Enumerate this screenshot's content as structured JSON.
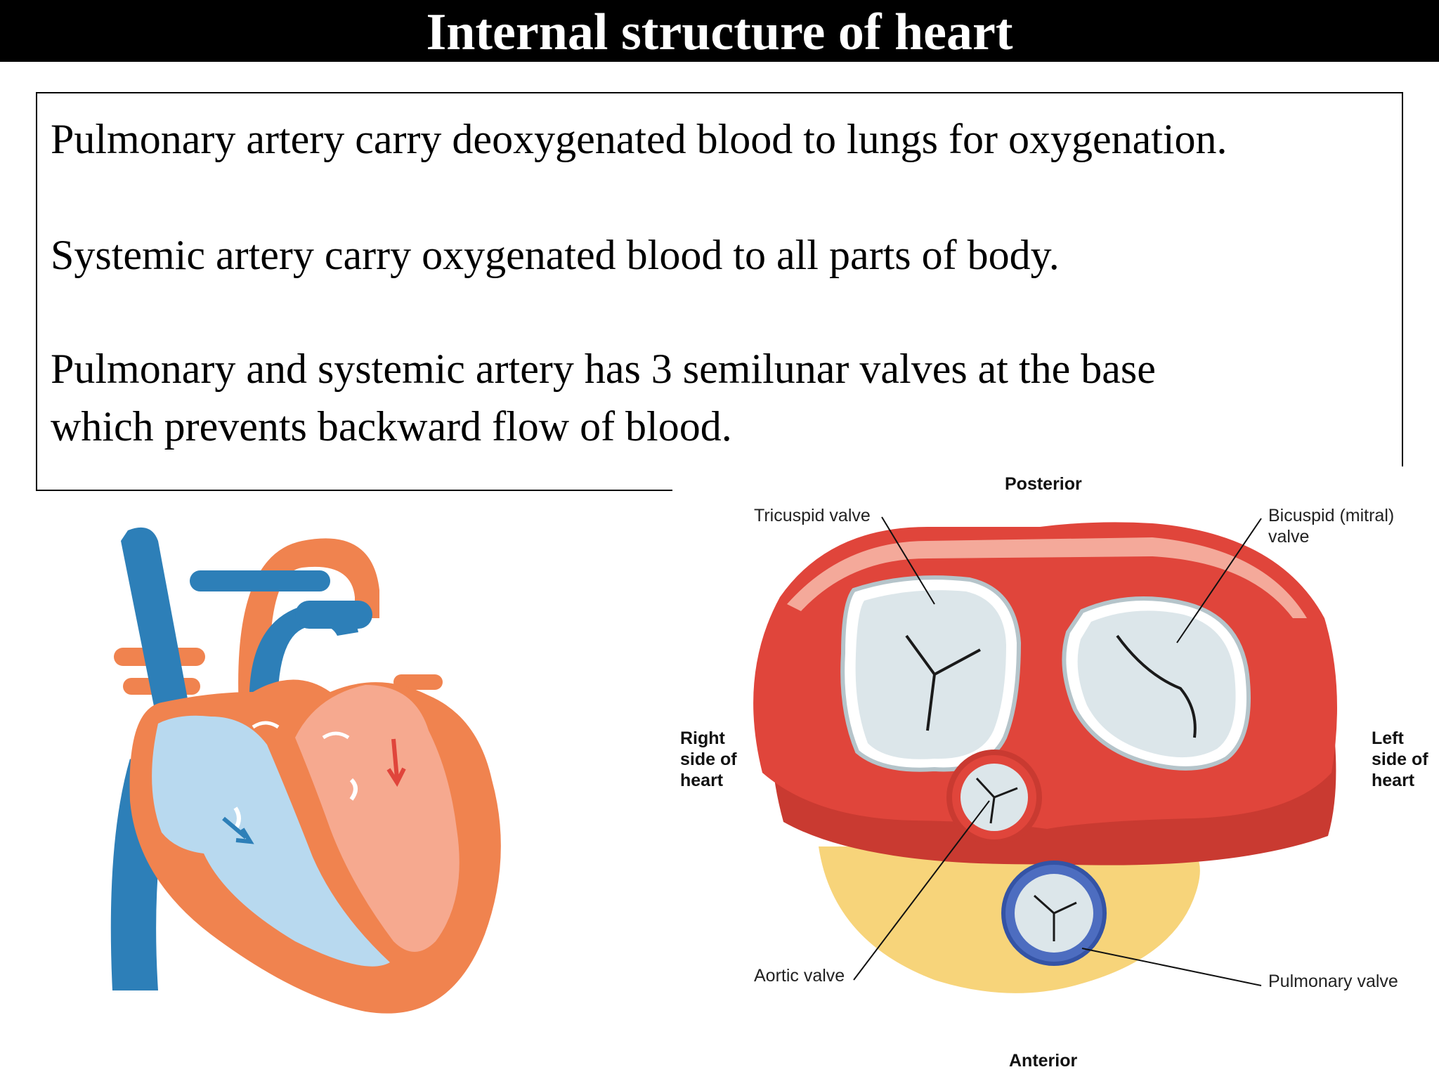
{
  "title": "Internal structure of heart",
  "paragraphs": [
    "Pulmonary artery carry deoxygenated blood to lungs for oxygenation.",
    "Systemic artery carry oxygenated blood to all parts of body.",
    "Pulmonary and systemic artery has 3 semilunar valves at the base",
    "which prevents backward flow of blood."
  ],
  "diagram_labels": {
    "posterior": "Posterior",
    "anterior": "Anterior",
    "tricuspid": "Tricuspid valve",
    "bicuspid_line1": "Bicuspid (mitral)",
    "bicuspid_line2": "valve",
    "right_side_line1": "Right",
    "right_side_line2": "side of",
    "right_side_line3": "heart",
    "left_side_line1": "Left",
    "left_side_line2": "side of",
    "left_side_line3": "heart",
    "aortic": "Aortic valve",
    "pulmonary": "Pulmonary valve"
  },
  "colors": {
    "vein_blue": "#2d7fb8",
    "artery_orange": "#f0834f",
    "chamber_blue": "#b8d9ef",
    "chamber_pink": "#f6a98f",
    "muscle_red": "#e0453b",
    "fat_yellow": "#f7d47a",
    "valve_grey": "#dce6ea"
  }
}
